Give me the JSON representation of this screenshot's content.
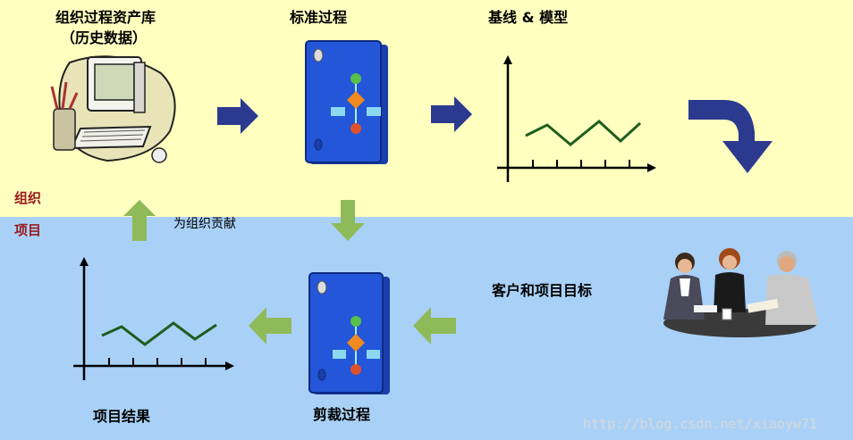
{
  "labels": {
    "org_assets_line1": "组织过程资产库",
    "org_assets_line2": "（历史数据）",
    "standard_process": "标准过程",
    "baseline_model": "基线 & 模型",
    "org_tag": "组织",
    "project_tag": "项目",
    "contribute": "为组织贡献",
    "customer_goals": "客户和项目目标",
    "tailored_process": "剪裁过程",
    "project_results": "项目结果"
  },
  "watermark": "http://blog.csdn.net/xiaoyw71",
  "colors": {
    "top_band": "#ffffc0",
    "bottom_band": "#a9d1f7",
    "navy_arrow": "#2b3a8f",
    "green_arrow": "#8fba5a",
    "binder_blue": "#1f49c6",
    "line_green": "#1e5e1e",
    "tag_red": "#9b1b1b"
  },
  "icons": [
    "computer-clipart",
    "binder-icon",
    "line-chart-icon",
    "people-meeting-clipart"
  ]
}
